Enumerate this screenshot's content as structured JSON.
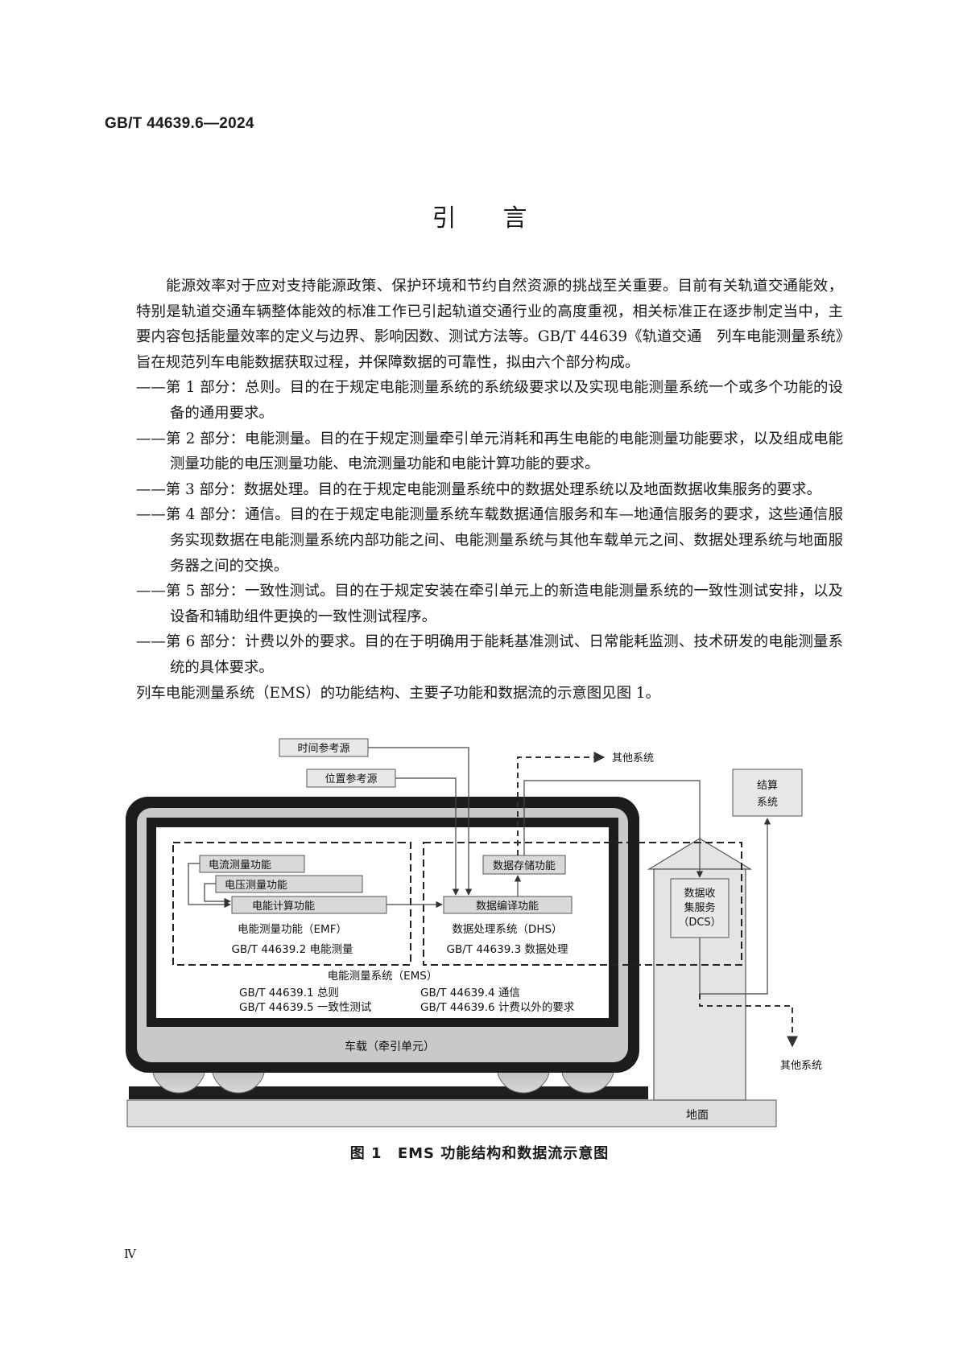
{
  "header": {
    "doc_id": "GB/T 44639.6—2024"
  },
  "title": "引言",
  "paragraphs": {
    "intro": "能源效率对于应对支持能源政策、保护环境和节约自然资源的挑战至关重要。目前有关轨道交通能效，特别是轨道交通车辆整体能效的标准工作已引起轨道交通行业的高度重视，相关标准正在逐步制定当中，主要内容包括能量效率的定义与边界、影响因数、测试方法等。GB/T 44639《轨道交通　列车电能测量系统》旨在规范列车电能数据获取过程，并保障数据的可靠性，拟由六个部分构成。",
    "items": [
      "——第 1 部分：总则。目的在于规定电能测量系统的系统级要求以及实现电能测量系统一个或多个功能的设备的通用要求。",
      "——第 2 部分：电能测量。目的在于规定测量牵引单元消耗和再生电能的电能测量功能要求，以及组成电能测量功能的电压测量功能、电流测量功能和电能计算功能的要求。",
      "——第 3 部分：数据处理。目的在于规定电能测量系统中的数据处理系统以及地面数据收集服务的要求。",
      "——第 4 部分：通信。目的在于规定电能测量系统车载数据通信服务和车—地通信服务的要求，这些通信服务实现数据在电能测量系统内部功能之间、电能测量系统与其他车载单元之间、数据处理系统与地面服务器之间的交换。",
      "——第 5 部分：一致性测试。目的在于规定安装在牵引单元上的新造电能测量系统的一致性测试安排，以及设备和辅助组件更换的一致性测试程序。",
      "——第 6 部分：计费以外的要求。目的在于明确用于能耗基准测试、日常能耗监测、技术研发的电能测量系统的具体要求。"
    ],
    "figure_ref": "列车电能测量系统（EMS）的功能结构、主要子功能和数据流的示意图见图 1。"
  },
  "figure": {
    "time_ref": "时间参考源",
    "pos_ref": "位置参考源",
    "other_systems_top": "其他系统",
    "settlement_line1": "结算",
    "settlement_line2": "系统",
    "current_func": "电流测量功能",
    "voltage_func": "电压测量功能",
    "energy_calc": "电能计算功能",
    "emf_label": "电能测量功能（EMF）",
    "emf_std": "GB/T 44639.2 电能测量",
    "data_storage": "数据存储功能",
    "data_compile": "数据编译功能",
    "dhs_label": "数据处理系统（DHS）",
    "dhs_std": "GB/T 44639.3 数据处理",
    "ems_label": "电能测量系统（EMS）",
    "std_1": "GB/T 44639.1 总则",
    "std_4": "GB/T 44639.4 通信",
    "std_5": "GB/T 44639.5 一致性测试",
    "std_6": "GB/T 44639.6 计费以外的要求",
    "dcs_line1": "数据收",
    "dcs_line2": "集服务",
    "dcs_line3": "（DCS）",
    "onboard": "车载（牵引单元）",
    "ground": "地面",
    "other_systems_bottom": "其他系统"
  },
  "caption": {
    "number": "图 1",
    "text": "EMS 功能结构和数据流示意图"
  },
  "footer": {
    "page_number": "Ⅳ"
  }
}
